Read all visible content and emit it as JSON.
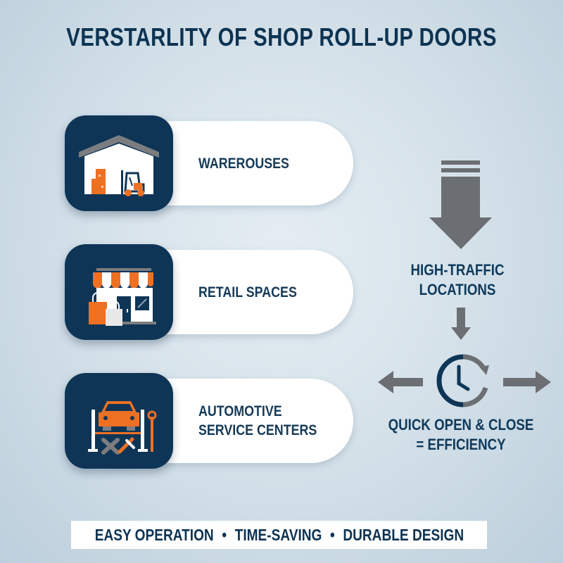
{
  "title": "VERSTARLITY OF SHOP ROLL-UP DOORS",
  "colors": {
    "navy": "#0e3556",
    "orange": "#ee7023",
    "gray": "#6b6e72",
    "white": "#ffffff",
    "background": "#d6e2ea"
  },
  "cards": [
    {
      "label": "WAREROUSES",
      "icon": "warehouse-forklift-icon"
    },
    {
      "label": "RETAIL SPACES",
      "icon": "storefront-shopping-bags-icon"
    },
    {
      "label": "AUTOMOTIVE\nSERVICE CENTERS",
      "icon": "car-lift-tools-icon"
    }
  ],
  "flow": {
    "top_label": "HIGH-TRAFFIC\nLOCATIONS",
    "bottom_label": "QUICK OPEN & CLOSE\n= EFFICIENCY",
    "icons": [
      "down-arrow-icon",
      "small-down-arrow-icon",
      "clock-cycle-icon",
      "left-arrow-icon",
      "right-arrow-icon"
    ]
  },
  "footer": {
    "items": [
      "EASY OPERATION",
      "TIME-SAVING",
      "DURABLE DESIGN"
    ],
    "separator": "•"
  }
}
